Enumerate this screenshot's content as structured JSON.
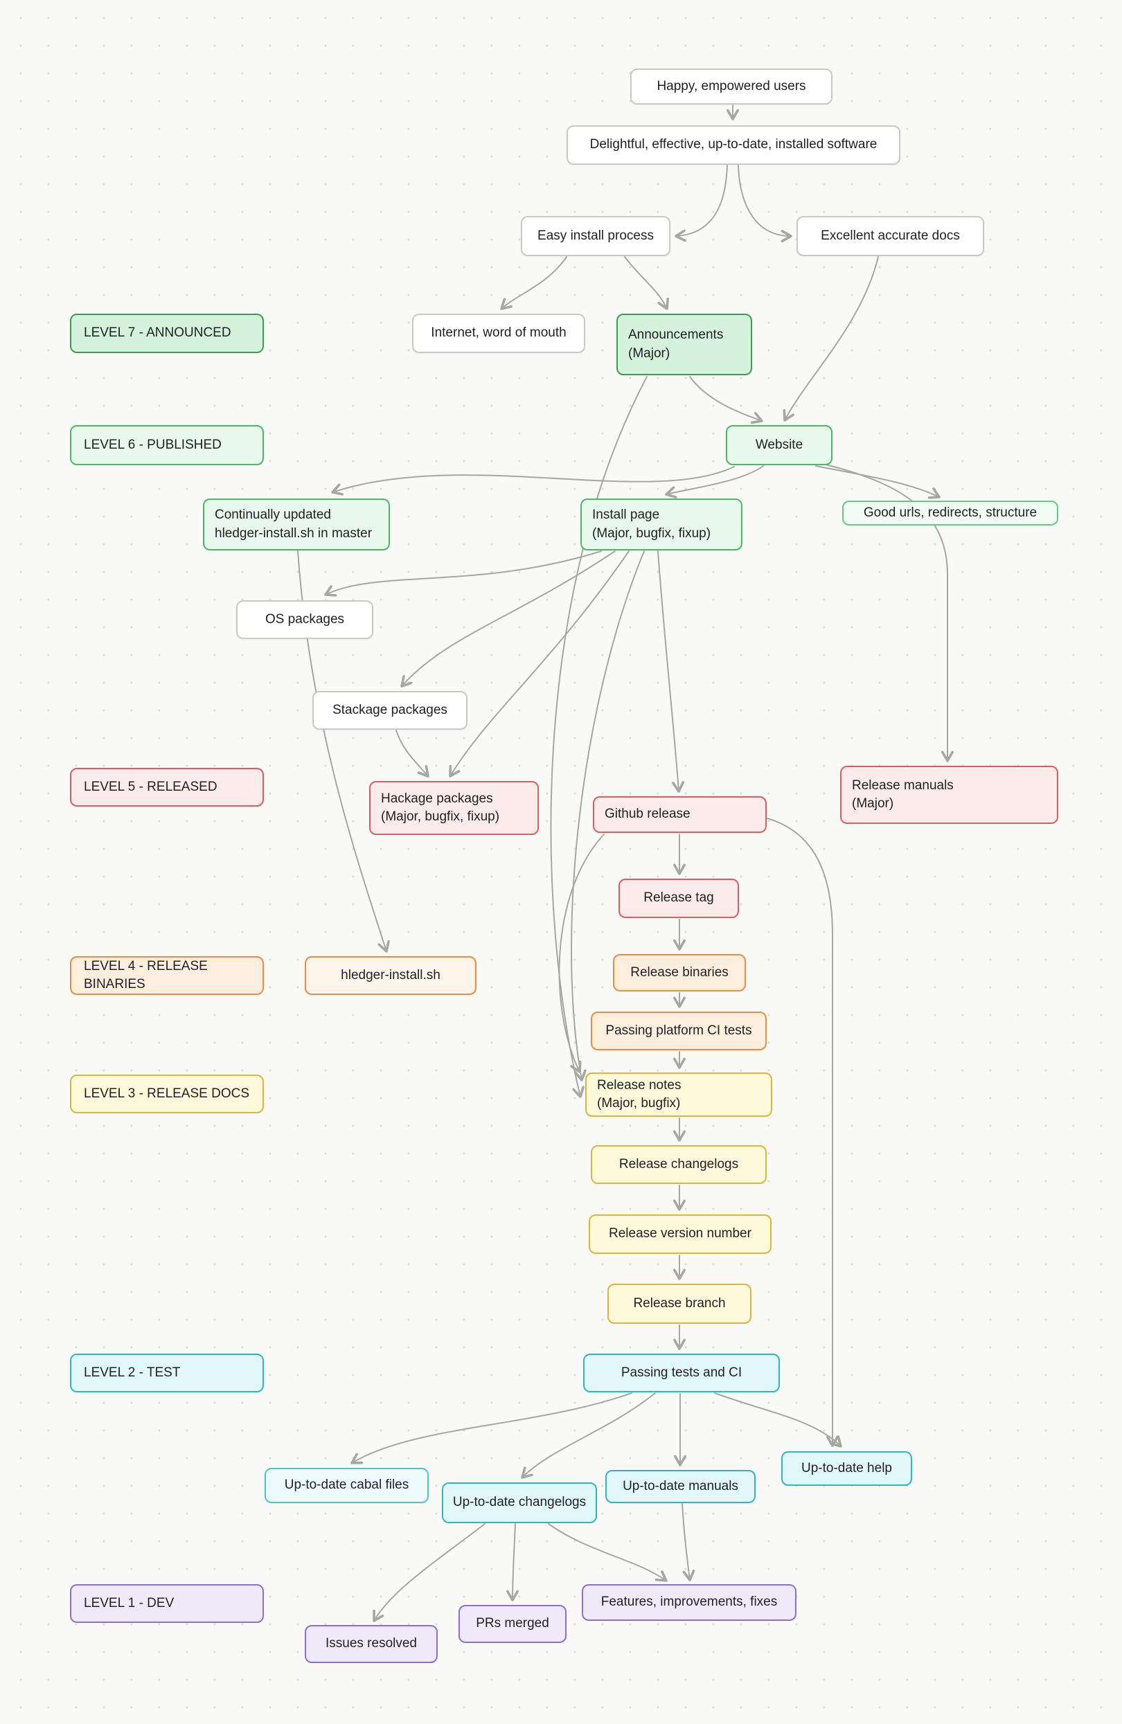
{
  "palette": {
    "background": "#f9f9f7",
    "dot": "#dadad4",
    "arrow": "#a6a6a3",
    "green_dark_border": "#37a04c",
    "green_border": "#46bb61",
    "red_border": "#e05c5c",
    "orange_border": "#ec8d3d",
    "yellow_border": "#ddb43c",
    "cyan_border": "#2fb6c5",
    "purple_border": "#8a6fd8"
  },
  "nodes": [
    {
      "id": "happy-users",
      "label": "Happy, empowered users"
    },
    {
      "id": "delightful-software",
      "label": "Delightful, effective, up-to-date, installed software"
    },
    {
      "id": "easy-install-process",
      "label": "Easy install process"
    },
    {
      "id": "excellent-docs",
      "label": "Excellent accurate docs"
    },
    {
      "id": "level-7",
      "label": "LEVEL 7 - ANNOUNCED"
    },
    {
      "id": "internet-word-of-mouth",
      "label": "Internet, word of mouth"
    },
    {
      "id": "announcements",
      "label": "Announcements\n(Major)"
    },
    {
      "id": "level-6",
      "label": "LEVEL 6 - PUBLISHED"
    },
    {
      "id": "website",
      "label": "Website"
    },
    {
      "id": "continually-updated-install-script",
      "label": "Continually updated\nhledger-install.sh in master"
    },
    {
      "id": "install-page",
      "label": "Install page\n(Major, bugfix, fixup)"
    },
    {
      "id": "good-urls",
      "label": "Good urls, redirects, structure"
    },
    {
      "id": "os-packages",
      "label": "OS packages"
    },
    {
      "id": "stackage-packages",
      "label": "Stackage packages"
    },
    {
      "id": "level-5",
      "label": "LEVEL 5 - RELEASED"
    },
    {
      "id": "hackage-packages",
      "label": "Hackage packages\n(Major, bugfix, fixup)"
    },
    {
      "id": "github-release",
      "label": "Github release"
    },
    {
      "id": "release-manuals",
      "label": "Release manuals\n(Major)"
    },
    {
      "id": "release-tag",
      "label": "Release tag"
    },
    {
      "id": "level-4",
      "label": "LEVEL 4 - RELEASE BINARIES"
    },
    {
      "id": "hledger-install-sh",
      "label": "hledger-install.sh"
    },
    {
      "id": "release-binaries",
      "label": "Release binaries"
    },
    {
      "id": "passing-platform-ci",
      "label": "Passing platform CI tests"
    },
    {
      "id": "level-3",
      "label": "LEVEL 3 - RELEASE DOCS"
    },
    {
      "id": "release-notes",
      "label": "Release notes\n(Major, bugfix)"
    },
    {
      "id": "release-changelogs",
      "label": "Release changelogs"
    },
    {
      "id": "release-version-number",
      "label": "Release version number"
    },
    {
      "id": "release-branch",
      "label": "Release branch"
    },
    {
      "id": "level-2",
      "label": "LEVEL 2 - TEST"
    },
    {
      "id": "passing-tests-ci",
      "label": "Passing tests and CI"
    },
    {
      "id": "utd-cabal-files",
      "label": "Up-to-date cabal files"
    },
    {
      "id": "utd-changelogs",
      "label": "Up-to-date changelogs"
    },
    {
      "id": "utd-manuals",
      "label": "Up-to-date manuals"
    },
    {
      "id": "utd-help",
      "label": "Up-to-date help"
    },
    {
      "id": "level-1",
      "label": "LEVEL 1 - DEV"
    },
    {
      "id": "features-improvements-fixes",
      "label": "Features, improvements, fixes"
    },
    {
      "id": "prs-merged",
      "label": "PRs merged"
    },
    {
      "id": "issues-resolved",
      "label": "Issues resolved"
    }
  ],
  "edges": [
    {
      "from": "happy-users",
      "to": "delightful-software"
    },
    {
      "from": "delightful-software",
      "to": "easy-install-process"
    },
    {
      "from": "delightful-software",
      "to": "excellent-docs"
    },
    {
      "from": "easy-install-process",
      "to": "internet-word-of-mouth"
    },
    {
      "from": "easy-install-process",
      "to": "announcements"
    },
    {
      "from": "excellent-docs",
      "to": "website"
    },
    {
      "from": "announcements",
      "to": "website"
    },
    {
      "from": "website",
      "to": "continually-updated-install-script"
    },
    {
      "from": "website",
      "to": "install-page"
    },
    {
      "from": "website",
      "to": "good-urls"
    },
    {
      "from": "website",
      "to": "release-manuals"
    },
    {
      "from": "install-page",
      "to": "os-packages"
    },
    {
      "from": "install-page",
      "to": "stackage-packages"
    },
    {
      "from": "install-page",
      "to": "hackage-packages"
    },
    {
      "from": "stackage-packages",
      "to": "hackage-packages"
    },
    {
      "from": "install-page",
      "to": "github-release"
    },
    {
      "from": "install-page",
      "to": "release-notes"
    },
    {
      "from": "announcements",
      "to": "release-notes"
    },
    {
      "from": "github-release",
      "to": "release-notes"
    },
    {
      "from": "continually-updated-install-script",
      "to": "hledger-install-sh"
    },
    {
      "from": "github-release",
      "to": "release-tag"
    },
    {
      "from": "release-tag",
      "to": "release-binaries"
    },
    {
      "from": "release-binaries",
      "to": "passing-platform-ci"
    },
    {
      "from": "passing-platform-ci",
      "to": "release-notes"
    },
    {
      "from": "release-notes",
      "to": "release-changelogs"
    },
    {
      "from": "release-changelogs",
      "to": "release-version-number"
    },
    {
      "from": "release-version-number",
      "to": "release-branch"
    },
    {
      "from": "release-branch",
      "to": "passing-tests-ci"
    },
    {
      "from": "passing-tests-ci",
      "to": "utd-cabal-files"
    },
    {
      "from": "passing-tests-ci",
      "to": "utd-changelogs"
    },
    {
      "from": "passing-tests-ci",
      "to": "utd-manuals"
    },
    {
      "from": "passing-tests-ci",
      "to": "utd-help"
    },
    {
      "from": "github-release",
      "to": "utd-help"
    },
    {
      "from": "utd-manuals",
      "to": "features-improvements-fixes"
    },
    {
      "from": "utd-changelogs",
      "to": "features-improvements-fixes"
    },
    {
      "from": "utd-changelogs",
      "to": "prs-merged"
    },
    {
      "from": "utd-changelogs",
      "to": "issues-resolved"
    }
  ]
}
